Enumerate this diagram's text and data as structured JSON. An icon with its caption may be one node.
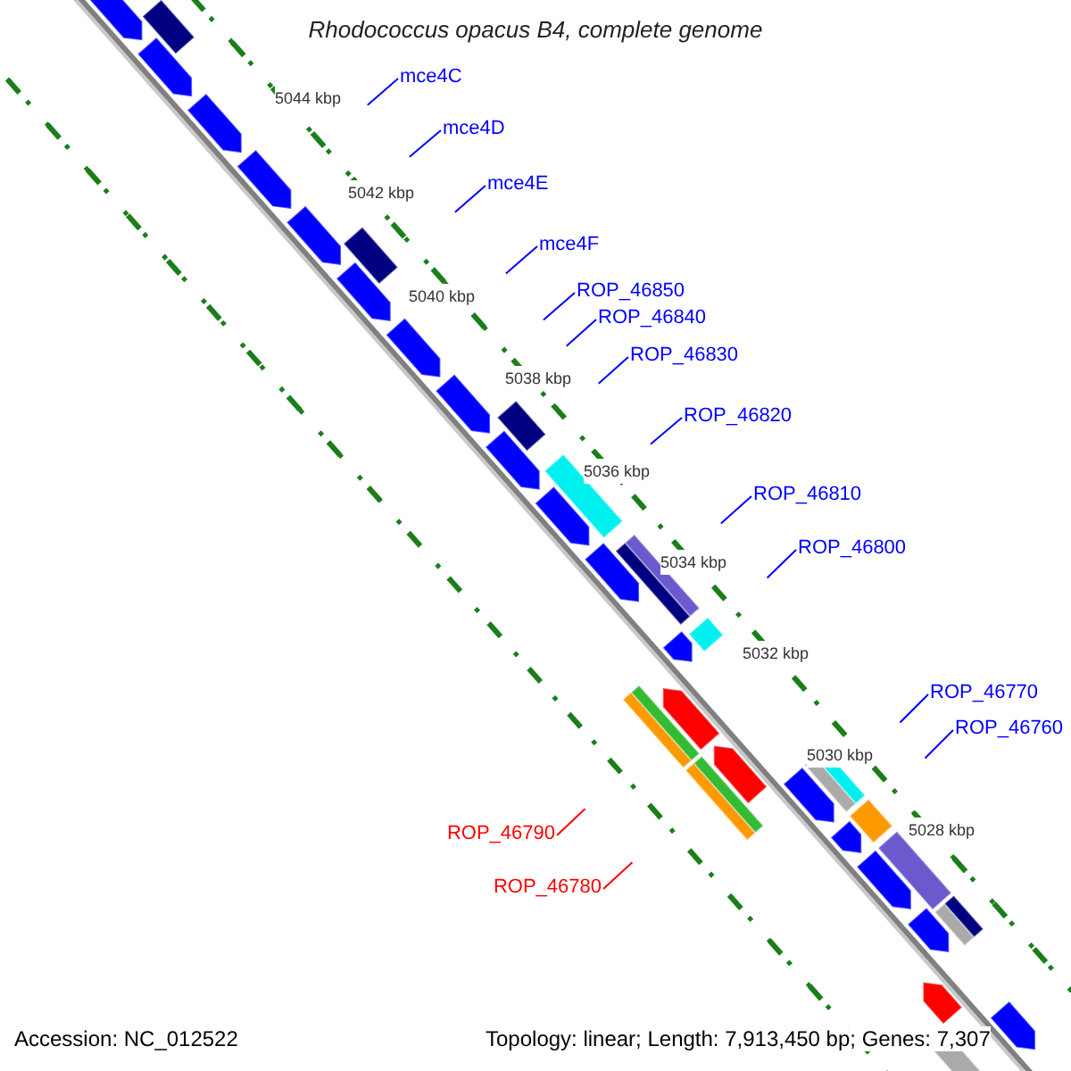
{
  "diagram": {
    "title": "Rhodococcus opacus B4, complete genome",
    "nodes": [
      {
        "text": [
          "mce4C"
        ]
      },
      {
        "text": [
          "mce4D"
        ]
      },
      {
        "text": [
          "mce4E"
        ]
      },
      {
        "text": [
          "mce4F"
        ]
      },
      {
        "text": [
          "ROP_46850"
        ]
      },
      {
        "text": [
          "ROP_46840"
        ]
      },
      {
        "text": [
          "ROP_46830"
        ]
      },
      {
        "text": [
          "ROP_46820"
        ]
      },
      {
        "text": [
          "ROP_46810"
        ]
      },
      {
        "text": [
          "ROP_46800"
        ]
      },
      {
        "text": [
          "ROP_46770"
        ]
      },
      {
        "text": [
          "ROP_46760"
        ]
      },
      {
        "text": [
          "ROP_46790"
        ]
      },
      {
        "text": [
          "ROP_46780"
        ]
      }
    ],
    "edges": [
      {
        "from": 0,
        "to": null,
        "arrow": "none"
      },
      {
        "from": 1,
        "to": null,
        "arrow": "none"
      },
      {
        "from": 2,
        "to": null,
        "arrow": "none"
      },
      {
        "from": 3,
        "to": null,
        "arrow": "none"
      },
      {
        "from": 4,
        "to": null,
        "arrow": "none"
      },
      {
        "from": 5,
        "to": null,
        "arrow": "none"
      },
      {
        "from": 6,
        "to": null,
        "arrow": "none"
      },
      {
        "from": 7,
        "to": null,
        "arrow": "none"
      },
      {
        "from": 8,
        "to": null,
        "arrow": "none"
      },
      {
        "from": 9,
        "to": null,
        "arrow": "none"
      },
      {
        "from": 10,
        "to": null,
        "arrow": "none"
      },
      {
        "from": 11,
        "to": null,
        "arrow": "none"
      },
      {
        "from": 12,
        "to": null,
        "arrow": "none",
        "color": "#ff0000"
      },
      {
        "from": 13,
        "to": null,
        "arrow": "none",
        "color": "#ff0000"
      }
    ],
    "labels": [
      "5044 kbp",
      "5042 kbp",
      "5040 kbp",
      "5038 kbp",
      "5036 kbp",
      "5034 kbp",
      "5032 kbp",
      "5030 kbp",
      "5028 kbp",
      "Accession: NC_012522",
      "Topology: linear; Length: 7,913,450 bp; Genes: 7,307"
    ]
  }
}
